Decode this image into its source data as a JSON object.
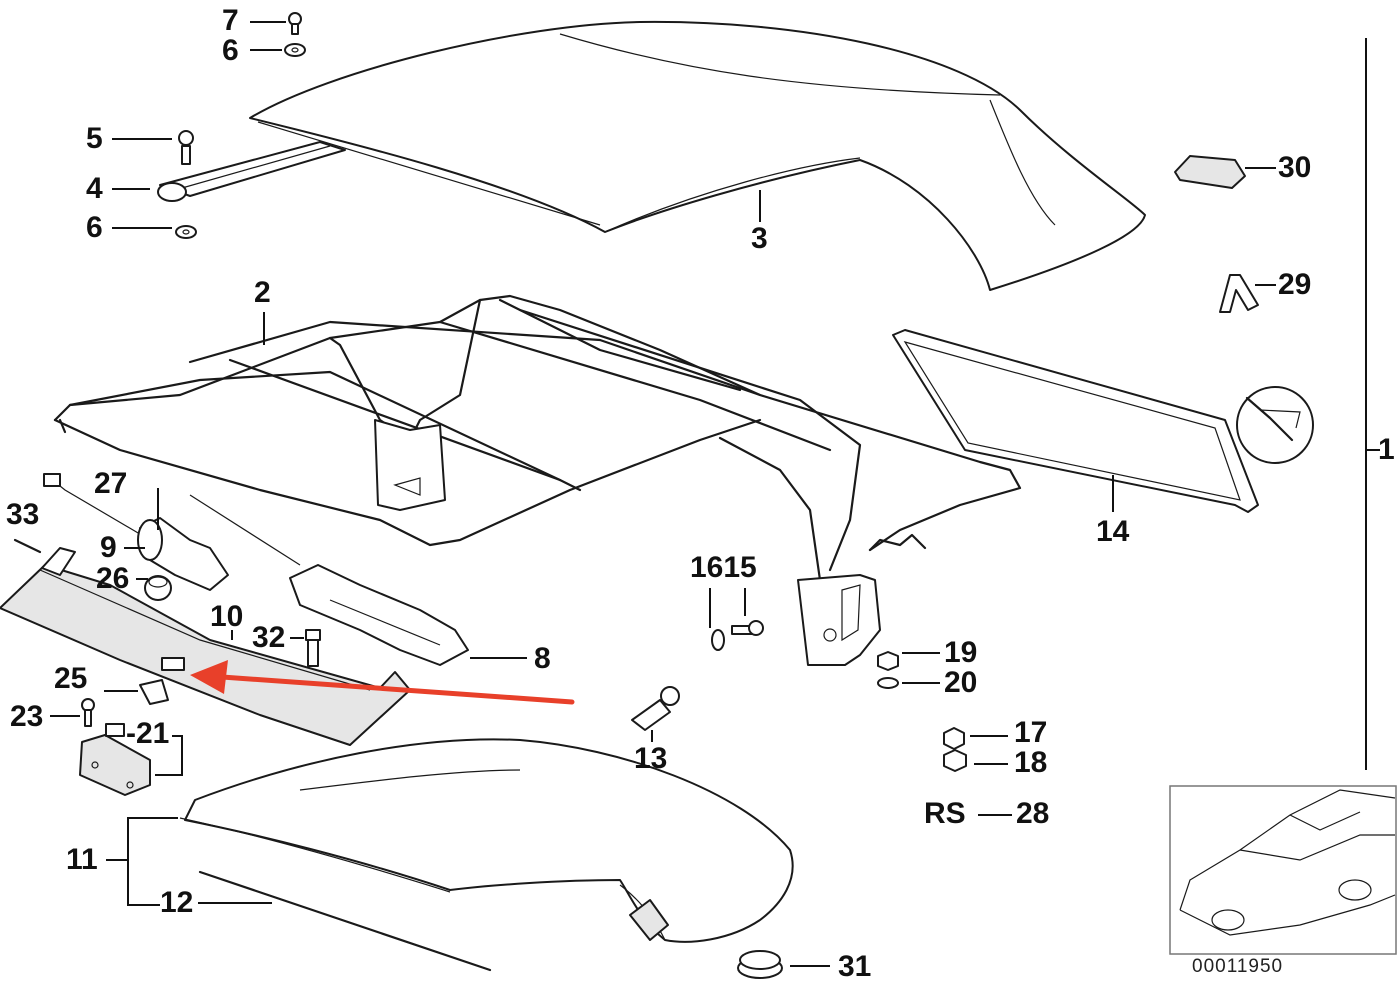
{
  "labels": {
    "l1": "1",
    "l2": "2",
    "l3": "3",
    "l4": "4",
    "l5": "5",
    "l6a": "6",
    "l6b": "6",
    "l7": "7",
    "l8": "8",
    "l9": "9",
    "l10": "10",
    "l11": "11",
    "l12": "12",
    "l13": "13",
    "l14": "14",
    "l1615": "1615",
    "l17": "17",
    "l18": "18",
    "l19": "19",
    "l20": "20",
    "l21": "-21",
    "l23": "23",
    "l25": "25",
    "l26": "26",
    "l27": "27",
    "l28": "28",
    "l29": "29",
    "l30": "30",
    "l31": "31",
    "l32": "32",
    "l33": "33",
    "rs": "RS"
  },
  "reference_number": "00011950",
  "colors": {
    "arrow": "#e8402a",
    "ink": "#1a1a1a",
    "background": "#ffffff"
  }
}
